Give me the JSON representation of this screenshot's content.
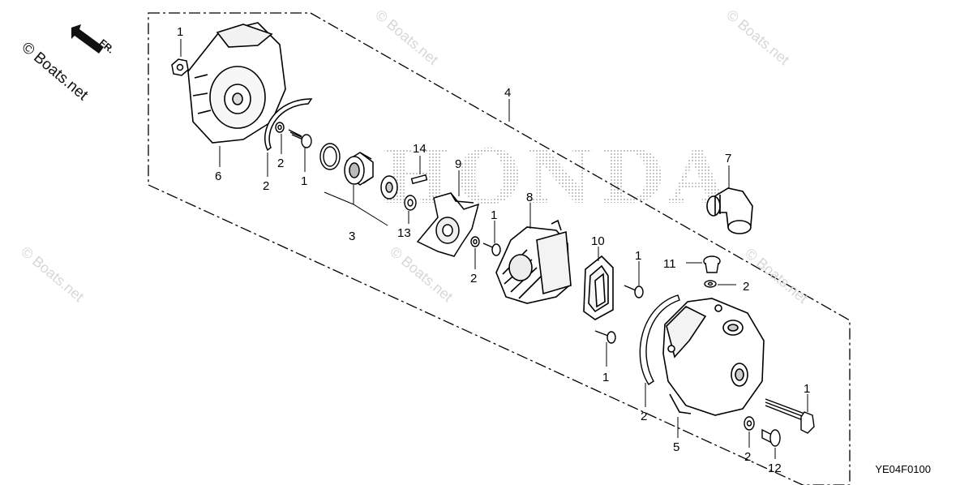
{
  "brand": {
    "text": "Boats.net",
    "symbol": "©"
  },
  "front_marker": {
    "label": "FR."
  },
  "watermarks": [
    "© Boats.net",
    "© Boats.net",
    "© Boats.net",
    "© Boats.net",
    "© Boats.net",
    "© Boats.net"
  ],
  "logo_background": {
    "text": "HONDA"
  },
  "diagram_code": "YE04F0100",
  "callouts": {
    "c1a": "1",
    "c6": "6",
    "c2a": "2",
    "c2b": "2",
    "c1b": "1",
    "c3": "3",
    "c14": "14",
    "c13": "13",
    "c9": "9",
    "c8": "8",
    "c4": "4",
    "c7": "7",
    "c1c": "1",
    "c2c": "2",
    "c10": "10",
    "c1d": "1",
    "c11": "11",
    "c2d": "2",
    "c1e": "1",
    "c2e": "2",
    "c5": "5",
    "c1f": "1",
    "c2f": "2",
    "c12": "12"
  }
}
